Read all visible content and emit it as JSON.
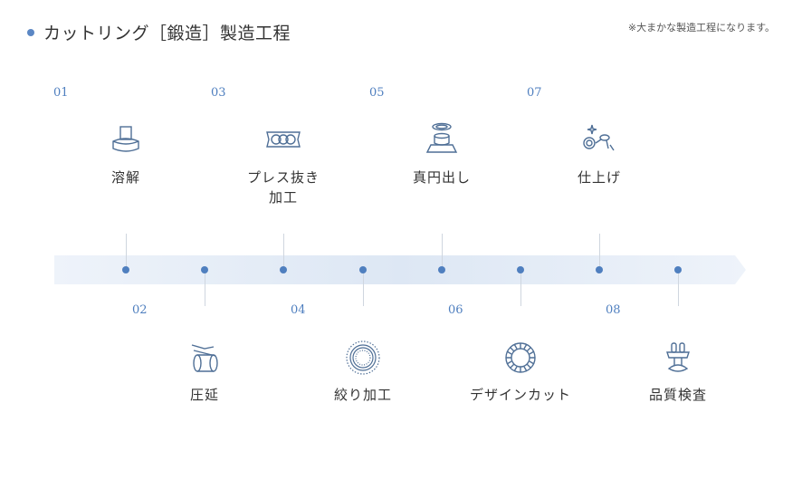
{
  "header": {
    "title": "カットリング［鍛造］製造工程",
    "note": "※大まかな製造工程になります。"
  },
  "steps": [
    {
      "num": "01",
      "label": "溶解",
      "icon": "melting-icon"
    },
    {
      "num": "02",
      "label": "圧延",
      "icon": "rolling-icon"
    },
    {
      "num": "03",
      "label": "プレス抜き\n加工",
      "icon": "press-punch-icon"
    },
    {
      "num": "04",
      "label": "絞り加工",
      "icon": "drawing-icon"
    },
    {
      "num": "05",
      "label": "真円出し",
      "icon": "rounding-icon"
    },
    {
      "num": "06",
      "label": "デザインカット",
      "icon": "design-cut-icon"
    },
    {
      "num": "07",
      "label": "仕上げ",
      "icon": "finishing-icon"
    },
    {
      "num": "08",
      "label": "品質検査",
      "icon": "inspection-icon"
    }
  ],
  "colors": {
    "accent": "#4f7fbf",
    "band": "#dde7f4",
    "stem": "#cfd6df"
  }
}
